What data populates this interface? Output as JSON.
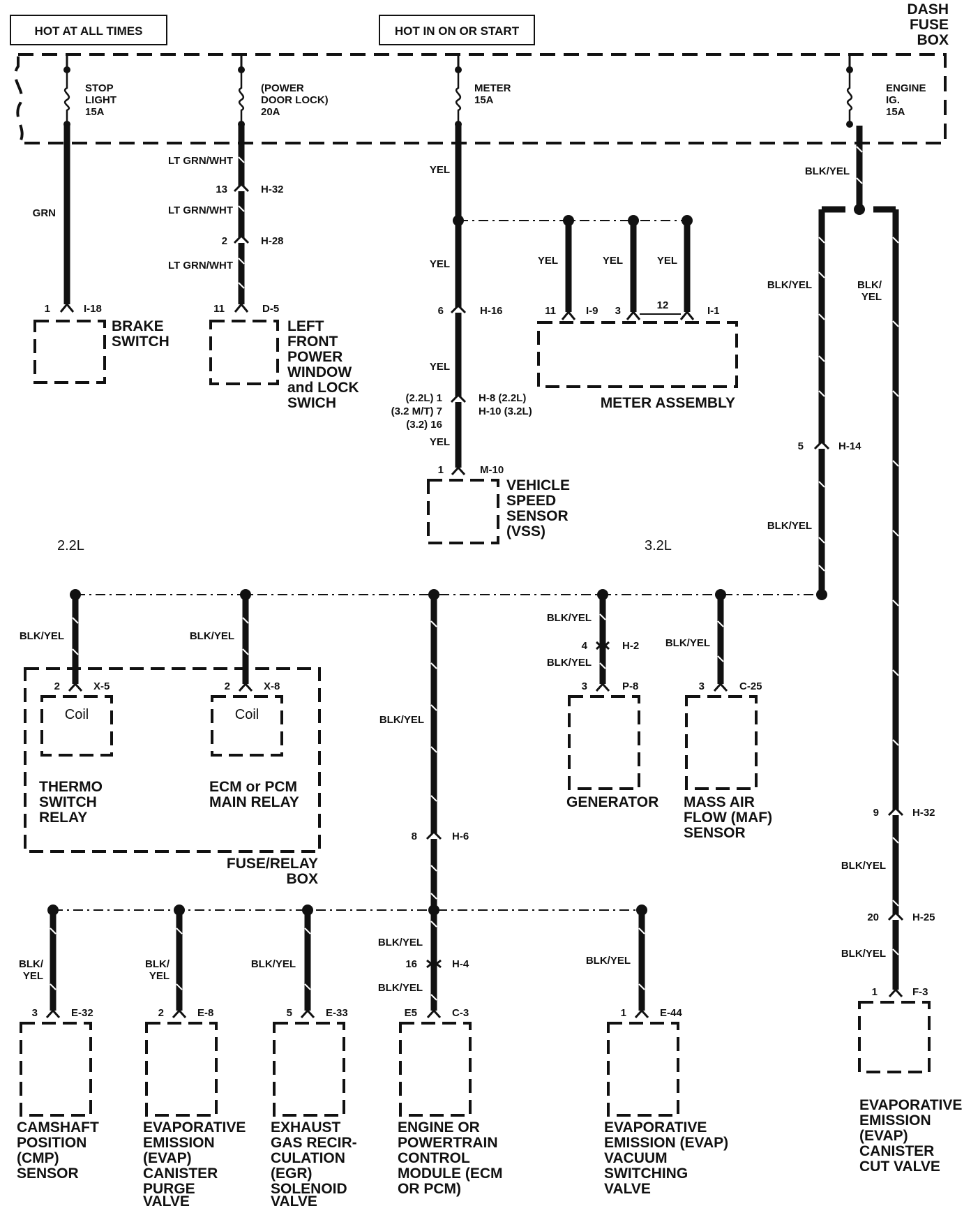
{
  "headers": {
    "hot_all_times": "HOT AT ALL TIMES",
    "hot_on_start": "HOT IN ON OR START",
    "fuse_box": [
      "DASH",
      "FUSE",
      "BOX"
    ]
  },
  "fuses": {
    "stop_light": [
      "STOP",
      "LIGHT",
      "15A"
    ],
    "power_door_lock": [
      "(POWER",
      "DOOR LOCK)",
      "20A"
    ],
    "meter": [
      "METER",
      "15A"
    ],
    "engine_ig": [
      "ENGINE",
      "IG.",
      "15A"
    ]
  },
  "colors": {
    "grn": "GRN",
    "lt_grn_wht": "LT GRN/WHT",
    "yel": "YEL",
    "blk_yel": "BLK/YEL",
    "blk_slash": "BLK/",
    "yel_part": "YEL"
  },
  "connectors": {
    "i18_pin": "1",
    "i18": "I-18",
    "h32a_pin": "13",
    "h32a": "H-32",
    "h28_pin": "2",
    "h28": "H-28",
    "d5_pin": "11",
    "d5": "D-5",
    "h16_pin": "6",
    "h16": "H-16",
    "h8_l1": "(2.2L)  1",
    "h8_l2": "(3.2 M/T)  7",
    "h8_l3": "(3.2) 16",
    "h8_r1": "H-8  (2.2L)",
    "h8_r2": "H-10 (3.2L)",
    "m10_pin": "1",
    "m10": "M-10",
    "i9_pin": "11",
    "i9": "I-9",
    "i1_pin3": "3",
    "i1_pin12": "12",
    "i1": "I-1",
    "h14_pin": "5",
    "h14": "H-14",
    "x5_pin": "2",
    "x5": "X-5",
    "x8_pin": "2",
    "x8": "X-8",
    "h6_pin": "8",
    "h6": "H-6",
    "h2_pin": "4",
    "h2": "H-2",
    "p8_pin": "3",
    "p8": "P-8",
    "c25_pin": "3",
    "c25": "C-25",
    "h32b_pin": "9",
    "h32b": "H-32",
    "h25_pin": "20",
    "h25": "H-25",
    "f3_pin": "1",
    "f3": "F-3",
    "e32_pin": "3",
    "e32": "E-32",
    "e8_pin": "2",
    "e8": "E-8",
    "e33_pin": "5",
    "e33": "E-33",
    "h4_pin": "16",
    "h4": "H-4",
    "c3_pin": "E5",
    "c3": "C-3",
    "e44_pin": "1",
    "e44": "E-44"
  },
  "sections": {
    "l22": "2.2L",
    "l32": "3.2L"
  },
  "components": {
    "brake_switch": [
      "BRAKE",
      "SWITCH"
    ],
    "power_window": [
      "LEFT",
      "FRONT",
      "POWER",
      "WINDOW",
      "and LOCK",
      "SWICH"
    ],
    "vss": [
      "VEHICLE",
      "SPEED",
      "SENSOR",
      "(VSS)"
    ],
    "meter_assembly": "METER ASSEMBLY",
    "coil": "Coil",
    "thermo_relay": [
      "THERMO",
      "SWITCH",
      "RELAY"
    ],
    "main_relay": [
      "ECM or PCM",
      "MAIN RELAY"
    ],
    "fuse_relay_box": [
      "FUSE/RELAY",
      "BOX"
    ],
    "generator": "GENERATOR",
    "maf": [
      "MASS AIR",
      "FLOW (MAF)",
      "SENSOR"
    ],
    "cmp": [
      "CAMSHAFT",
      "POSITION",
      "(CMP)",
      "SENSOR"
    ],
    "evap_purge": [
      "EVAPORATIVE",
      "EMISSION",
      "(EVAP)",
      "CANISTER",
      "PURGE",
      "VALVE"
    ],
    "egr": [
      "EXHAUST",
      "GAS RECIR-",
      "CULATION",
      "(EGR)",
      "SOLENOID",
      "VALVE"
    ],
    "ecm": [
      "ENGINE OR",
      "POWERTRAIN",
      "CONTROL",
      "MODULE (ECM",
      "OR PCM)"
    ],
    "evap_vacuum": [
      "EVAPORATIVE",
      "EMISSION (EVAP)",
      "VACUUM",
      "SWITCHING",
      "VALVE"
    ],
    "evap_cut": [
      "EVAPORATIVE",
      "EMISSION",
      "(EVAP)",
      "CANISTER",
      "CUT VALVE"
    ]
  }
}
